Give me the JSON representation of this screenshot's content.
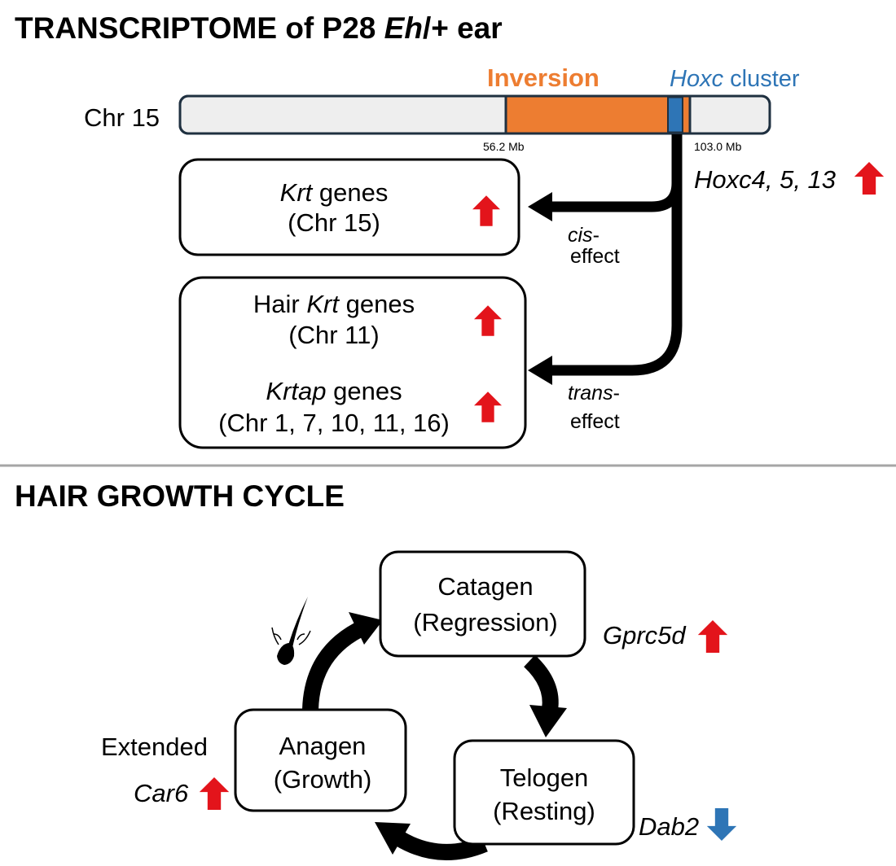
{
  "top_section": {
    "title_prefix": "TRANSCRIPTOME of P28 ",
    "title_italic": "Eh",
    "title_suffix": "/+ ear",
    "chromosome_label": "Chr 15",
    "inversion_label": "Inversion",
    "hoxc_italic": "Hoxc",
    "hoxc_suffix": " cluster",
    "marker_left": "56.2 Mb",
    "marker_right": "103.0 Mb",
    "hoxc_genes": "Hoxc4, 5, 13",
    "box1": {
      "line1_italic": "Krt",
      "line1_rest": " genes",
      "line2": "(Chr 15)"
    },
    "box2": {
      "line1_prefix": "Hair ",
      "line1_italic": "Krt",
      "line1_rest": " genes",
      "line2": "(Chr 11)",
      "line3_italic": "Krtap",
      "line3_rest": " genes",
      "line4": "(Chr 1, 7, 10, 11, 16)"
    },
    "cis_italic": "cis",
    "cis_dash": "-",
    "cis_effect": "effect",
    "trans_italic": "trans",
    "trans_dash": "-",
    "trans_effect": "effect"
  },
  "bottom_section": {
    "title": "HAIR GROWTH CYCLE",
    "catagen": {
      "line1": "Catagen",
      "line2": "(Regression)"
    },
    "telogen": {
      "line1": "Telogen",
      "line2": "(Resting)"
    },
    "anagen": {
      "line1": "Anagen",
      "line2": "(Growth)"
    },
    "extended_label": "Extended",
    "gene_car6": "Car6",
    "gene_gprc5d": "Gprc5d",
    "gene_dab2": "Dab2"
  },
  "colors": {
    "inversion": "#ED7D31",
    "hoxc": "#2E75B6",
    "hoxc_label": "#2E75B6",
    "up_arrow": "#E3141B",
    "down_arrow": "#2E75B6",
    "chromosome_fill": "#EEEEEE",
    "divider": "#A6A6A6"
  },
  "icons": [
    "up-arrow-icon",
    "down-arrow-icon",
    "hair-follicle-icon"
  ]
}
